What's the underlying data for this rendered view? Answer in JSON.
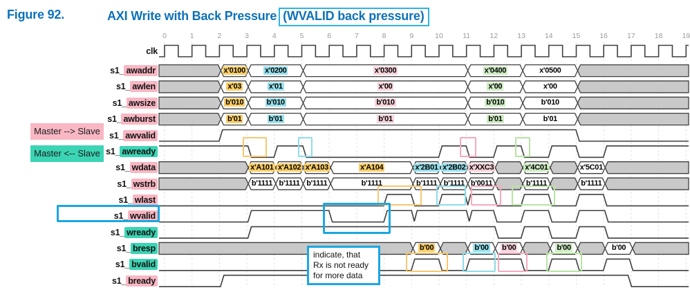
{
  "figure": {
    "label": "Figure 92.",
    "title": "AXI Write with Back Pressure",
    "boxed_suffix": "(WVALID back pressure)"
  },
  "legend": [
    {
      "label": "Master --> Slave",
      "color": "pink"
    },
    {
      "label": "Master <-- Slave",
      "color": "teal"
    }
  ],
  "callout": {
    "lines": [
      "indicate, that",
      "Rx is not ready",
      "for more data"
    ]
  },
  "timeline": {
    "ticks": [
      0,
      1,
      2,
      3,
      4,
      5,
      6,
      7,
      8,
      9,
      10,
      11,
      12,
      13,
      14,
      15,
      16,
      17,
      18,
      19
    ]
  },
  "colors": {
    "title_blue": "#0d72b9",
    "title_box_border": "#2cb3e8",
    "master_to_slave_pink": "#f8b7c3",
    "slave_to_master_teal": "#3bd4b4",
    "idle_fill": "#c9c9c9",
    "wave_line": "#3f3f3f",
    "grid": "#e2e2e2",
    "hl_yellow": "#fbce67",
    "hl_cyan": "#97e0ec",
    "hl_pink": "#f7d2da",
    "hl_green": "#cdebc2",
    "box_yellow": "#f6c76f",
    "box_cyan": "#8ddde9",
    "box_pink": "#f5a9bb",
    "box_green": "#b7e4a2",
    "box_blue": "#1aa7e1"
  },
  "signals": [
    {
      "name": "clk",
      "type": "clock"
    },
    {
      "name": "s1_awaddr",
      "prefix": "s1_",
      "base": "awaddr",
      "dir": "m2s",
      "type": "bus",
      "segments": [
        {
          "t0": -0.25,
          "t1": 2.05
        },
        {
          "t0": 2.05,
          "t1": 3.05,
          "text": "x'0100",
          "hl": "yellow"
        },
        {
          "t0": 3.05,
          "t1": 5.05,
          "text": "x'0200",
          "hl": "cyan"
        },
        {
          "t0": 5.05,
          "t1": 11.05,
          "text": "x'0300",
          "hl": "pink"
        },
        {
          "t0": 11.05,
          "t1": 13.05,
          "text": "x'0400",
          "hl": "green"
        },
        {
          "t0": 13.05,
          "t1": 15.05,
          "text": "x'0500"
        },
        {
          "t0": 15.05,
          "t1": 19.15
        }
      ]
    },
    {
      "name": "s1_awlen",
      "prefix": "s1_",
      "base": "awlen",
      "dir": "m2s",
      "type": "bus",
      "segments": [
        {
          "t0": -0.25,
          "t1": 2.05
        },
        {
          "t0": 2.05,
          "t1": 3.05,
          "text": "x'03",
          "hl": "yellow"
        },
        {
          "t0": 3.05,
          "t1": 5.05,
          "text": "x'01",
          "hl": "cyan"
        },
        {
          "t0": 5.05,
          "t1": 11.05,
          "text": "x'00",
          "hl": "pink"
        },
        {
          "t0": 11.05,
          "t1": 13.05,
          "text": "x'00",
          "hl": "green"
        },
        {
          "t0": 13.05,
          "t1": 15.05,
          "text": "x'00"
        },
        {
          "t0": 15.05,
          "t1": 19.15
        }
      ]
    },
    {
      "name": "s1_awsize",
      "prefix": "s1_",
      "base": "awsize",
      "dir": "m2s",
      "type": "bus",
      "segments": [
        {
          "t0": -0.25,
          "t1": 2.05
        },
        {
          "t0": 2.05,
          "t1": 3.05,
          "text": "b'010",
          "hl": "yellow"
        },
        {
          "t0": 3.05,
          "t1": 5.05,
          "text": "b'010",
          "hl": "cyan"
        },
        {
          "t0": 5.05,
          "t1": 11.05,
          "text": "b'010",
          "hl": "pink"
        },
        {
          "t0": 11.05,
          "t1": 13.05,
          "text": "b'010",
          "hl": "green"
        },
        {
          "t0": 13.05,
          "t1": 15.05,
          "text": "b'010"
        },
        {
          "t0": 15.05,
          "t1": 19.15
        }
      ]
    },
    {
      "name": "s1_awburst",
      "prefix": "s1_",
      "base": "awburst",
      "dir": "m2s",
      "type": "bus",
      "segments": [
        {
          "t0": -0.25,
          "t1": 2.05
        },
        {
          "t0": 2.05,
          "t1": 3.05,
          "text": "b'01",
          "hl": "yellow"
        },
        {
          "t0": 3.05,
          "t1": 5.05,
          "text": "b'01",
          "hl": "cyan"
        },
        {
          "t0": 5.05,
          "t1": 11.05,
          "text": "b'01",
          "hl": "pink"
        },
        {
          "t0": 11.05,
          "t1": 13.05,
          "text": "b'01",
          "hl": "green"
        },
        {
          "t0": 13.05,
          "t1": 15.05,
          "text": "b'01"
        },
        {
          "t0": 15.05,
          "t1": 19.15
        }
      ]
    },
    {
      "name": "s1_awvalid",
      "prefix": "s1_",
      "base": "awvalid",
      "dir": "m2s",
      "type": "bit",
      "initial": 0,
      "edges": [
        [
          2.05,
          1
        ],
        [
          15.05,
          0
        ]
      ]
    },
    {
      "name": "s1_awready",
      "prefix": "s1_",
      "base": "awready",
      "dir": "s2m",
      "type": "bit",
      "initial": 1,
      "edges": [
        [
          3.1,
          0
        ],
        [
          4.05,
          1
        ],
        [
          5.1,
          0
        ],
        [
          10.05,
          1
        ],
        [
          11.05,
          0
        ],
        [
          12.05,
          1
        ],
        [
          13.05,
          0
        ],
        [
          14.05,
          1
        ],
        [
          15.05,
          0
        ],
        [
          16.05,
          1
        ]
      ]
    },
    {
      "name": "s1_wdata",
      "prefix": "s1_",
      "base": "wdata",
      "dir": "m2s",
      "type": "bus",
      "segments": [
        {
          "t0": -0.25,
          "t1": 3.05
        },
        {
          "t0": 3.05,
          "t1": 4.05,
          "text": "x'A101",
          "hl": "yellow"
        },
        {
          "t0": 4.05,
          "t1": 5.05,
          "text": "x'A102",
          "hl": "yellow"
        },
        {
          "t0": 5.05,
          "t1": 6.05,
          "text": "x'A103",
          "hl": "yellow"
        },
        {
          "t0": 6.05,
          "t1": 9.05,
          "text": "x'A104",
          "hl": "yellow"
        },
        {
          "t0": 9.05,
          "t1": 10.05,
          "text": "x'2B01",
          "hl": "cyan"
        },
        {
          "t0": 10.05,
          "t1": 11.05,
          "text": "x'2B02",
          "hl": "cyan"
        },
        {
          "t0": 11.05,
          "t1": 12.05,
          "text": "x'XXC3",
          "hl": "pink"
        },
        {
          "t0": 12.05,
          "t1": 13.05
        },
        {
          "t0": 13.05,
          "t1": 14.05,
          "text": "x'4C01",
          "hl": "green"
        },
        {
          "t0": 14.05,
          "t1": 15.05
        },
        {
          "t0": 15.05,
          "t1": 16.05,
          "text": "x'5C01"
        },
        {
          "t0": 16.05,
          "t1": 19.15
        }
      ]
    },
    {
      "name": "s1_wstrb",
      "prefix": "s1_",
      "base": "wstrb",
      "dir": "m2s",
      "type": "bus",
      "segments": [
        {
          "t0": -0.25,
          "t1": 3.05
        },
        {
          "t0": 3.05,
          "t1": 4.05,
          "text": "b'1111"
        },
        {
          "t0": 4.05,
          "t1": 5.05,
          "text": "b'1111"
        },
        {
          "t0": 5.05,
          "t1": 6.05,
          "text": "b'1111"
        },
        {
          "t0": 6.05,
          "t1": 9.05,
          "text": "b'1111"
        },
        {
          "t0": 9.05,
          "t1": 10.05,
          "text": "b'1111"
        },
        {
          "t0": 10.05,
          "t1": 11.05,
          "text": "b'1111"
        },
        {
          "t0": 11.05,
          "t1": 12.05,
          "text": "b'0011"
        },
        {
          "t0": 12.05,
          "t1": 13.05
        },
        {
          "t0": 13.05,
          "t1": 14.05,
          "text": "b'1111"
        },
        {
          "t0": 14.05,
          "t1": 15.05
        },
        {
          "t0": 15.05,
          "t1": 16.05,
          "text": "b'1111"
        },
        {
          "t0": 16.05,
          "t1": 19.15
        }
      ]
    },
    {
      "name": "s1_wlast",
      "prefix": "s1_",
      "base": "wlast",
      "dir": "m2s",
      "type": "bit",
      "initial": 0,
      "edges": [
        [
          8.05,
          1
        ],
        [
          9.05,
          0
        ],
        [
          10.05,
          1
        ],
        [
          12.05,
          0
        ],
        [
          13.05,
          1
        ],
        [
          14.05,
          0
        ],
        [
          15.05,
          1
        ],
        [
          16.05,
          0
        ]
      ],
      "notches": [
        11.05
      ]
    },
    {
      "name": "s1_wvalid",
      "prefix": "s1_",
      "base": "wvalid",
      "dir": "m2s",
      "type": "bit",
      "initial": 0,
      "edges": [
        [
          3.1,
          1
        ],
        [
          6.05,
          0
        ],
        [
          8.05,
          1
        ],
        [
          12.05,
          0
        ],
        [
          13.05,
          1
        ],
        [
          14.05,
          0
        ],
        [
          15.05,
          1
        ],
        [
          16.1,
          0
        ]
      ],
      "notches": [
        9.1,
        11.1
      ]
    },
    {
      "name": "s1_wready",
      "prefix": "s1_",
      "base": "wready",
      "dir": "s2m",
      "type": "bit",
      "initial": 0,
      "edges": [
        [
          3.1,
          1
        ],
        [
          12.1,
          0
        ],
        [
          13.05,
          1
        ],
        [
          14.05,
          0
        ],
        [
          15.05,
          1
        ],
        [
          16.1,
          0
        ]
      ]
    },
    {
      "name": "s1_bresp",
      "prefix": "s1_",
      "base": "bresp",
      "dir": "s2m",
      "type": "bus",
      "segments": [
        {
          "t0": -0.25,
          "t1": 9.05
        },
        {
          "t0": 9.05,
          "t1": 10.05,
          "text": "b'00",
          "hl": "yellow"
        },
        {
          "t0": 10.05,
          "t1": 11.05
        },
        {
          "t0": 11.05,
          "t1": 12.05,
          "text": "b'00",
          "hl": "cyan"
        },
        {
          "t0": 12.05,
          "t1": 13.05,
          "text": "b'00",
          "hl": "pink"
        },
        {
          "t0": 13.05,
          "t1": 14.05
        },
        {
          "t0": 14.05,
          "t1": 15.05,
          "text": "b'00",
          "hl": "green"
        },
        {
          "t0": 15.05,
          "t1": 16.05
        },
        {
          "t0": 16.05,
          "t1": 17.05,
          "text": "b'00"
        },
        {
          "t0": 17.05,
          "t1": 19.15
        }
      ]
    },
    {
      "name": "s1_bvalid",
      "prefix": "s1_",
      "base": "bvalid",
      "dir": "s2m",
      "type": "bit",
      "initial": 0,
      "edges": [
        [
          9.05,
          1
        ],
        [
          10.05,
          0
        ],
        [
          11.05,
          1
        ],
        [
          13.05,
          0
        ],
        [
          14.05,
          1
        ],
        [
          15.05,
          0
        ],
        [
          16.05,
          1
        ],
        [
          17.0,
          0
        ]
      ]
    },
    {
      "name": "s1_bready",
      "prefix": "s1_",
      "base": "bready",
      "dir": "m2s",
      "type": "bit",
      "initial": 0,
      "edges": [
        [
          2.1,
          1
        ],
        [
          16.95,
          0
        ]
      ]
    }
  ],
  "annotation_boxes": [
    {
      "signal": "s1_awready",
      "t0": 2.85,
      "t1": 3.75,
      "color": "yellow"
    },
    {
      "signal": "s1_awready",
      "t0": 4.85,
      "t1": 5.42,
      "color": "cyan"
    },
    {
      "signal": "s1_awready",
      "t0": 10.76,
      "t1": 11.38,
      "color": "pink"
    },
    {
      "signal": "s1_awready",
      "t0": 12.77,
      "t1": 13.35,
      "color": "green"
    },
    {
      "signal": "s1_wlast",
      "t0": 7.75,
      "t1": 9.4,
      "color": "yellow"
    },
    {
      "signal": "s1_wlast",
      "t0": 9.9,
      "t1": 11.0,
      "color": "cyan"
    },
    {
      "signal": "s1_wlast",
      "t0": 11.15,
      "t1": 12.3,
      "color": "pink"
    },
    {
      "signal": "s1_wlast",
      "t0": 12.65,
      "t1": 14.25,
      "color": "green"
    },
    {
      "signal": "s1_wvalid",
      "t0": 5.77,
      "t1": 8.25,
      "color": "blue"
    },
    {
      "signal": "s1_bvalid",
      "t0": 8.8,
      "t1": 10.35,
      "color": "yellow"
    },
    {
      "signal": "s1_bvalid",
      "t0": 10.85,
      "t1": 12.1,
      "color": "cyan"
    },
    {
      "signal": "s1_bvalid",
      "t0": 12.15,
      "t1": 13.25,
      "color": "pink"
    },
    {
      "signal": "s1_bvalid",
      "t0": 13.9,
      "t1": 15.25,
      "color": "green"
    }
  ],
  "name_box": {
    "signal": "s1_wvalid",
    "color": "blue"
  }
}
